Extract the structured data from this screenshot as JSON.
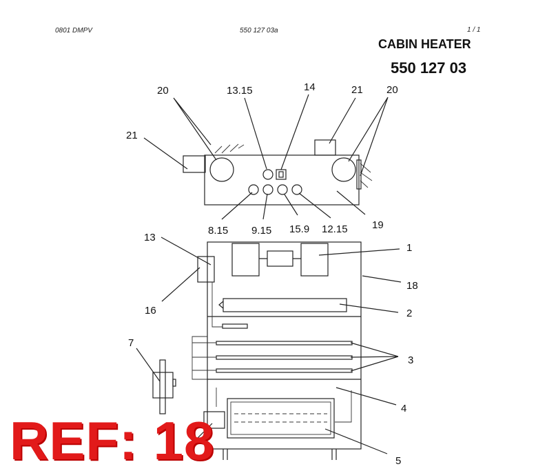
{
  "header": {
    "left": "0801 DMPV",
    "center": "550 127 03a",
    "page": "1 /   1"
  },
  "title": {
    "line1": "CABIN HEATER",
    "line2": "550 127 03"
  },
  "callouts": {
    "top_20_left": "20",
    "top_13_15": "13.15",
    "top_14": "14",
    "top_21_right": "21",
    "top_20_right": "20",
    "top_21_left": "21",
    "bot_8_15": "8.15",
    "bot_9_15": "9.15",
    "bot_15_9": "15.9",
    "bot_12_15": "12.15",
    "bot_19": "19",
    "c13": "13",
    "c1": "1",
    "c18": "18",
    "c16": "16",
    "c2": "2",
    "c7": "7",
    "c3": "3",
    "c4": "4",
    "c5": "5"
  },
  "ref_stamp": "REF: 18"
}
